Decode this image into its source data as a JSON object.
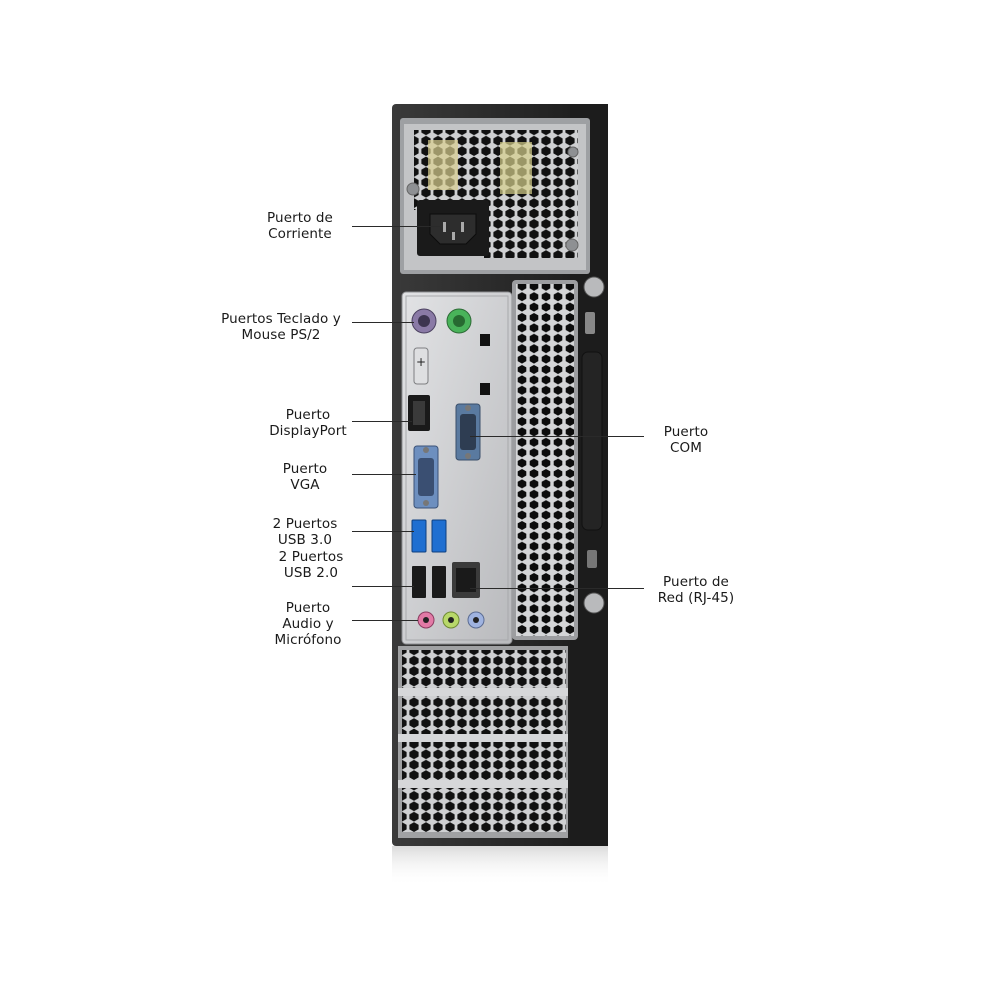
{
  "labels": {
    "power": [
      "Puerto de",
      "Corriente"
    ],
    "ps2": [
      "Puertos Teclado y",
      "Mouse PS/2"
    ],
    "dp": [
      "Puerto",
      "DisplayPort"
    ],
    "vga": [
      "Puerto",
      "VGA"
    ],
    "usb3": [
      "2 Puertos",
      "USB 3.0"
    ],
    "usb2": [
      "2 Puertos",
      "USB 2.0"
    ],
    "audio": [
      "Puerto",
      "Audio y",
      "Micrófono"
    ],
    "com": [
      "Puerto",
      "COM"
    ],
    "network": [
      "Puerto de",
      "Red (RJ-45)"
    ]
  },
  "colors": {
    "case": "#2b2b2b",
    "io_plate": "#c9cacc",
    "usb3_blue": "#1f6fd1",
    "ps2_green": "#49b35a",
    "ps2_purple": "#8a7aa6",
    "audio_pink": "#e27aa6",
    "audio_green": "#b8d86a",
    "audio_blue": "#9fb3e0"
  }
}
